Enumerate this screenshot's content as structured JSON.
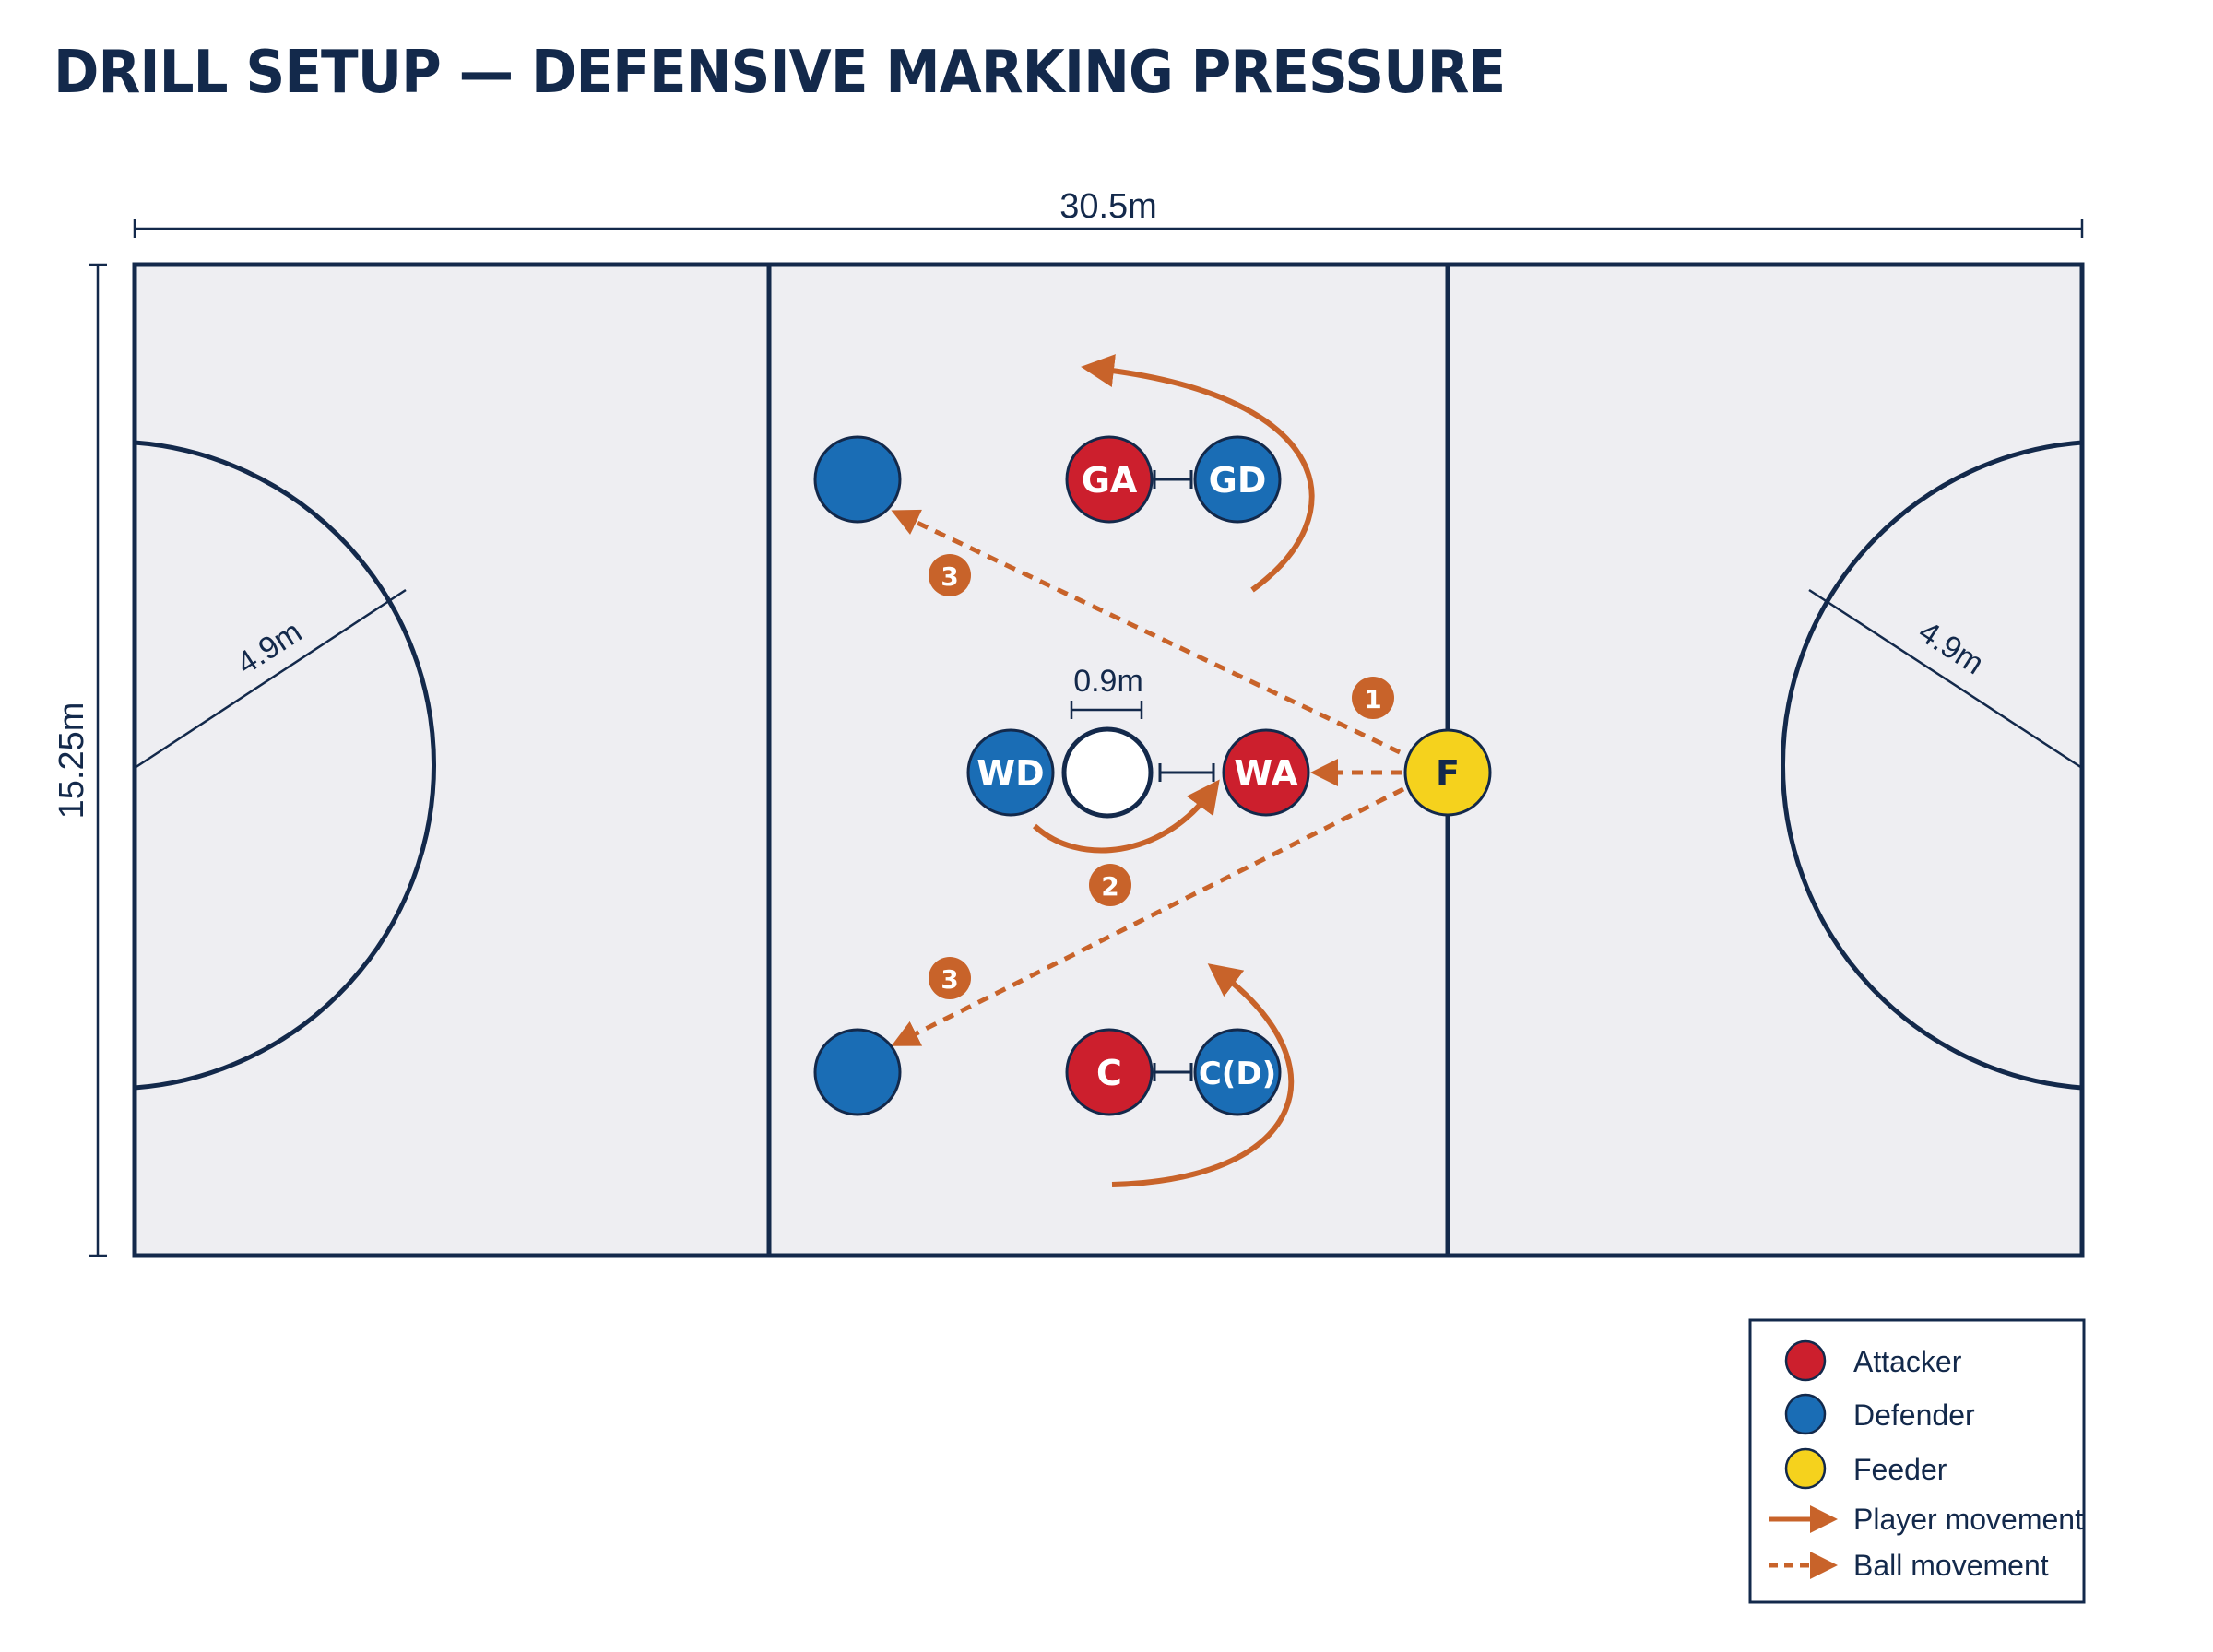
{
  "title": "DRILL SETUP — DEFENSIVE MARKING PRESSURE",
  "dimensions": {
    "court_length": "30.5m",
    "court_width": "15.25m",
    "circle_radius": "4.9m",
    "marking_gap": "0.9m"
  },
  "players": {
    "ga": "GA",
    "gd": "GD",
    "wd": "WD",
    "wa": "WA",
    "c": "C",
    "cd": "C(D)",
    "feeder": "F"
  },
  "sequence": {
    "step1": "1",
    "step2": "2",
    "step3": "3"
  },
  "legend": {
    "attacker": "Attacker",
    "defender": "Defender",
    "feeder": "Feeder",
    "player_movement": "Player movement",
    "ball_movement": "Ball movement"
  },
  "colors": {
    "navy": "#13294b",
    "court": "#eeeef2",
    "attacker": "#cc1f2d",
    "defender": "#1a6db5",
    "feeder": "#f5d21d",
    "movement": "#c8632a"
  }
}
